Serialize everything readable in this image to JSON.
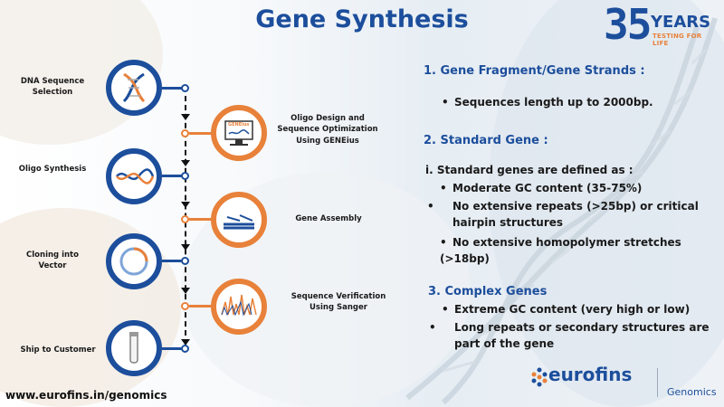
{
  "title": "Gene Synthesis",
  "logo": {
    "number": "35",
    "years": "YEARS",
    "tagline": "TESTING FOR LIFE"
  },
  "workflow": [
    {
      "label": "DNA  Sequence Selection"
    },
    {
      "label": "Oligo Design and Sequence Optimization Using  GENEius",
      "screen_text": "GENEius"
    },
    {
      "label": "Oligo Synthesis"
    },
    {
      "label": "Gene Assembly"
    },
    {
      "label": "Cloning into Vector"
    },
    {
      "label": "Sequence Verification Using Sanger"
    },
    {
      "label": "Ship to Customer"
    }
  ],
  "sections": {
    "s1": {
      "heading": "1. Gene Fragment/Gene Strands :",
      "bullets": [
        "Sequences length up to 2000bp."
      ]
    },
    "s2": {
      "heading": "2. Standard Gene :",
      "intro": "i. Standard genes are defined as :",
      "bullets": [
        "Moderate GC content (35-75%)",
        "No extensive repeats (>25bp) or critical hairpin structures",
        "No extensive homopolymer stretches (>18bp)"
      ]
    },
    "s3": {
      "heading": "3. Complex Genes",
      "bullets": [
        "Extreme GC content (very high or low)",
        "Long  repeats  or  secondary  structures  are part of the gene"
      ]
    }
  },
  "footer": {
    "url": "www.eurofins.in/genomics",
    "brand": "eurofins",
    "division": "Genomics"
  },
  "colors": {
    "blue": "#1c4e9c",
    "orange": "#e8813a"
  }
}
